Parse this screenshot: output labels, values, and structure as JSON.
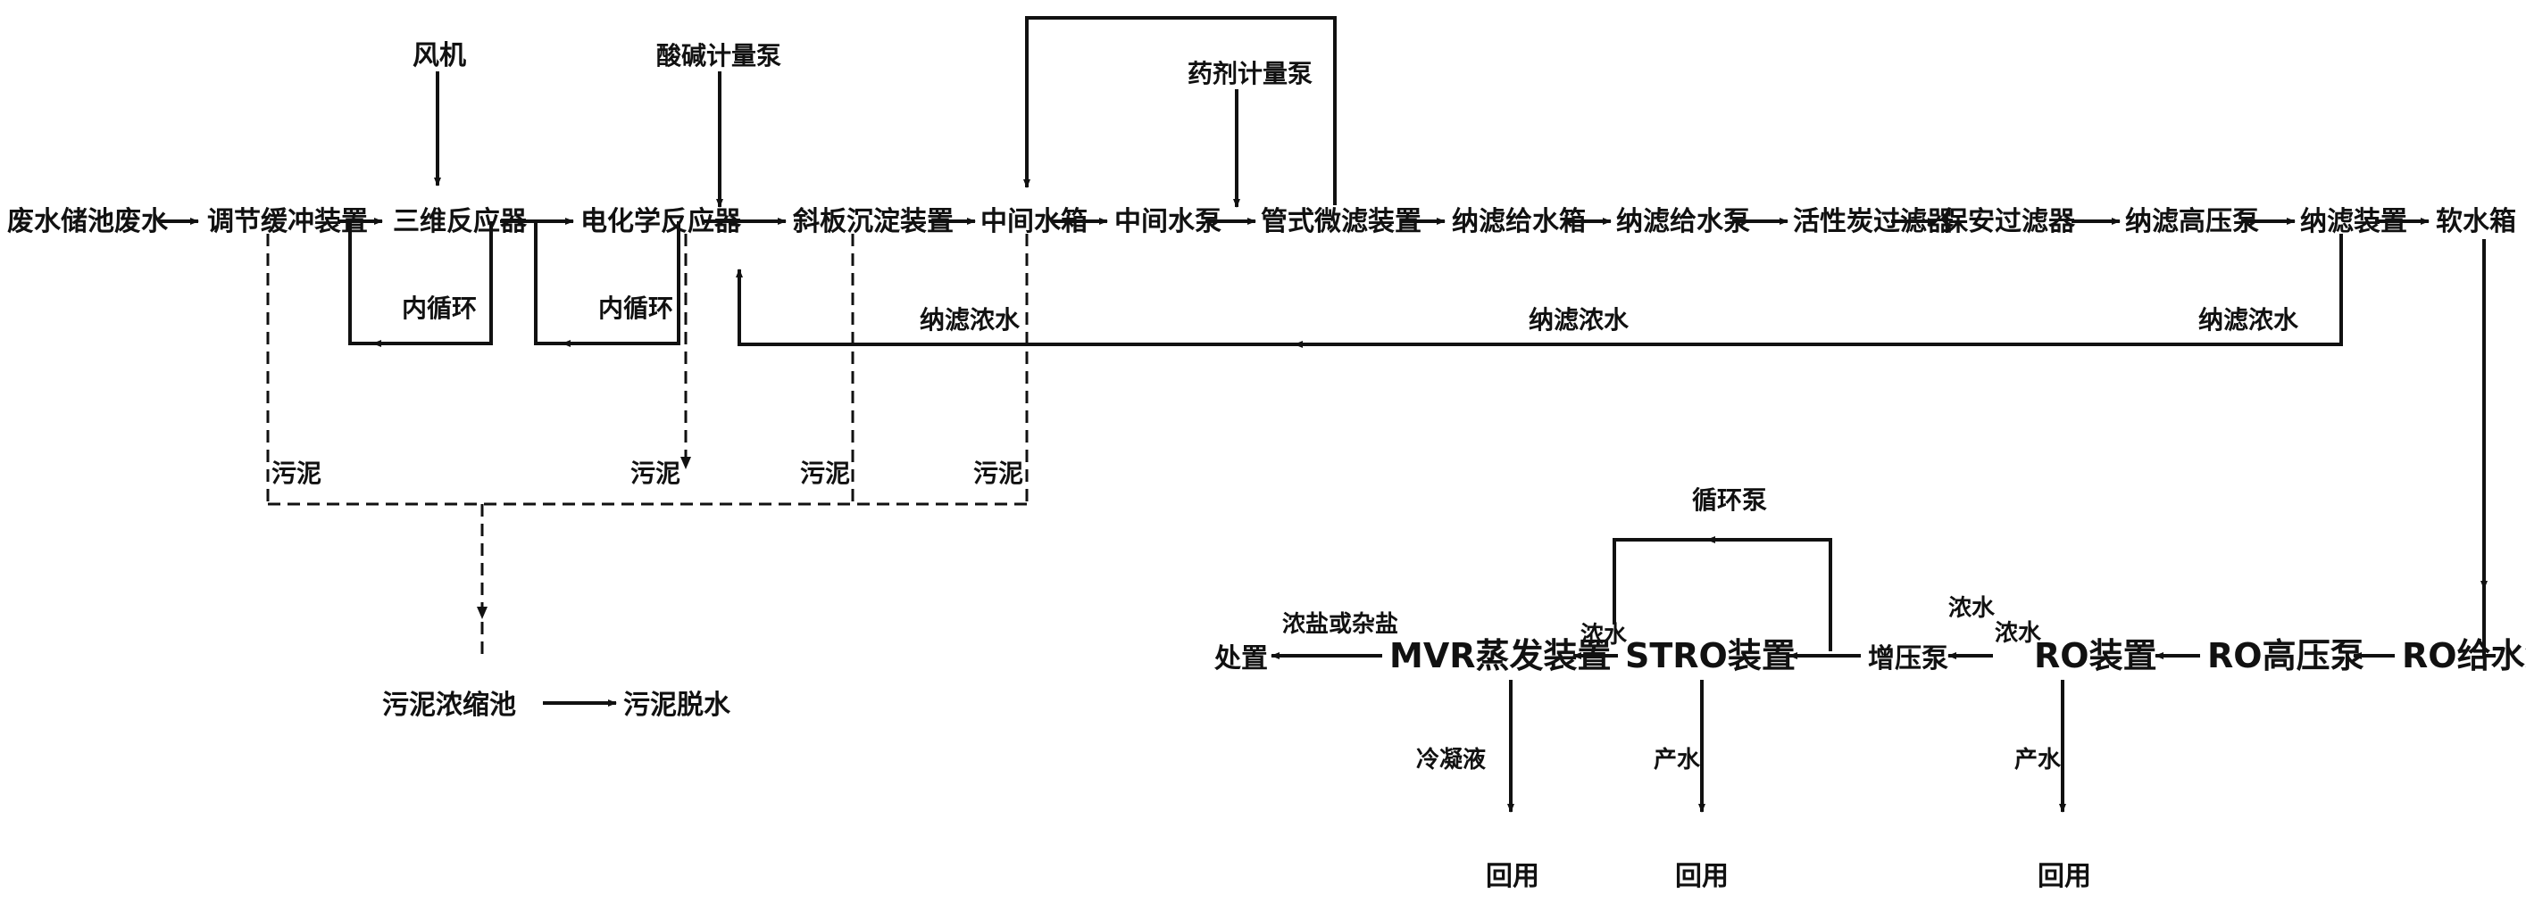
{
  "nodes": {
    "raw_water": "废水储池废水",
    "equalization": "调节缓冲装置",
    "three_dim_reactor": "三维反应器",
    "electrochem_reactor": "电化学反应器",
    "sedimentation": "斜板沉淀装置",
    "mid_tank": "中间水箱",
    "mid_pump": "中间水泵",
    "ceramic_membrane": "管式微滤装置",
    "nf_feed_tank": "纳滤给水箱",
    "nf_feed_pump": "纳滤给水泵",
    "carbon_filter": "活性炭过滤器",
    "security_filter": "保安过滤器",
    "nf_hp_pump": "纳滤高压泵",
    "nf_unit": "纳滤装置",
    "product_tank": "软水箱",
    "ro_feed_pump": "RO给水泵",
    "ro_hp_pump": "RO高压泵",
    "ro_unit": "RO装置",
    "booster_pump": "增压泵",
    "stro_unit": "STRO装置",
    "mvr_unit": "MVR蒸发装置",
    "disposal": "处置",
    "sludge_thickener": "污泥浓缩池",
    "sludge_dewater": "污泥脱水"
  },
  "labels": {
    "blower": "风机",
    "acid_dosing": "酸碱计量泵",
    "agent_dosing": "药剂计量泵",
    "internal_cycle_1": "内循环",
    "internal_cycle_2": "内循环",
    "nf_concentrate_1": "纳滤浓水",
    "nf_concentrate_2": "纳滤浓水",
    "nf_concentrate_3": "纳滤浓水",
    "sludge_1": "污泥",
    "sludge_2": "污泥",
    "sludge_3": "污泥",
    "sludge_4": "污泥",
    "circulation_pump": "循环泵",
    "concentrate_stro": "浓水",
    "concentrate_ro_1": "浓水",
    "concentrate_ro_2": "浓水",
    "mvr_residue": "浓盐或杂盐",
    "condensate": "冷凝液",
    "product_water_1": "产水",
    "product_water_2": "产水",
    "reuse_1": "回用",
    "reuse_2": "回用",
    "reuse_3": "回用"
  },
  "colors": {
    "ink": "#111111",
    "background": "#ffffff"
  }
}
